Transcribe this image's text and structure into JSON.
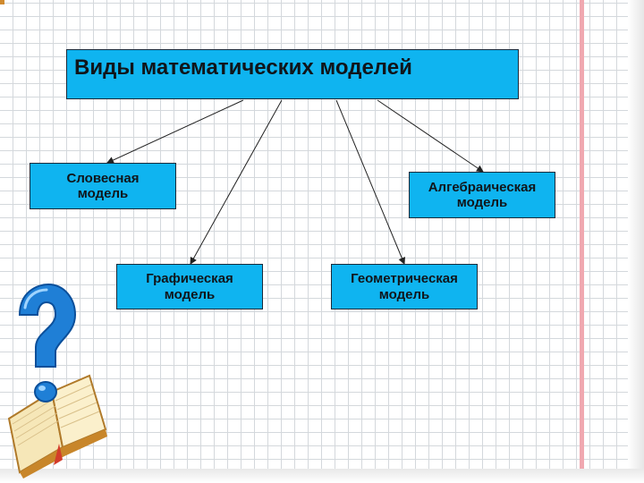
{
  "diagram": {
    "title": "Виды математических моделей",
    "nodes": [
      {
        "id": "verbal",
        "label": "Словесная\nмодель"
      },
      {
        "id": "graphic",
        "label": "Графическая\nмодель"
      },
      {
        "id": "geometry",
        "label": "Геометрическая\nмодель"
      },
      {
        "id": "algebra",
        "label": "Алгебраическая\nмодель"
      }
    ],
    "edges": [
      {
        "from": "title",
        "to": "verbal"
      },
      {
        "from": "title",
        "to": "graphic"
      },
      {
        "from": "title",
        "to": "geometry"
      },
      {
        "from": "title",
        "to": "algebra"
      }
    ]
  },
  "icons": [
    "question-mark-icon",
    "open-book-icon"
  ],
  "colors": {
    "box_fill": "#0fb4f0",
    "box_border": "#1a2a3a",
    "grid": "#d4d8dc",
    "margin_line": "#f0a8b0",
    "arrow": "#222222"
  }
}
